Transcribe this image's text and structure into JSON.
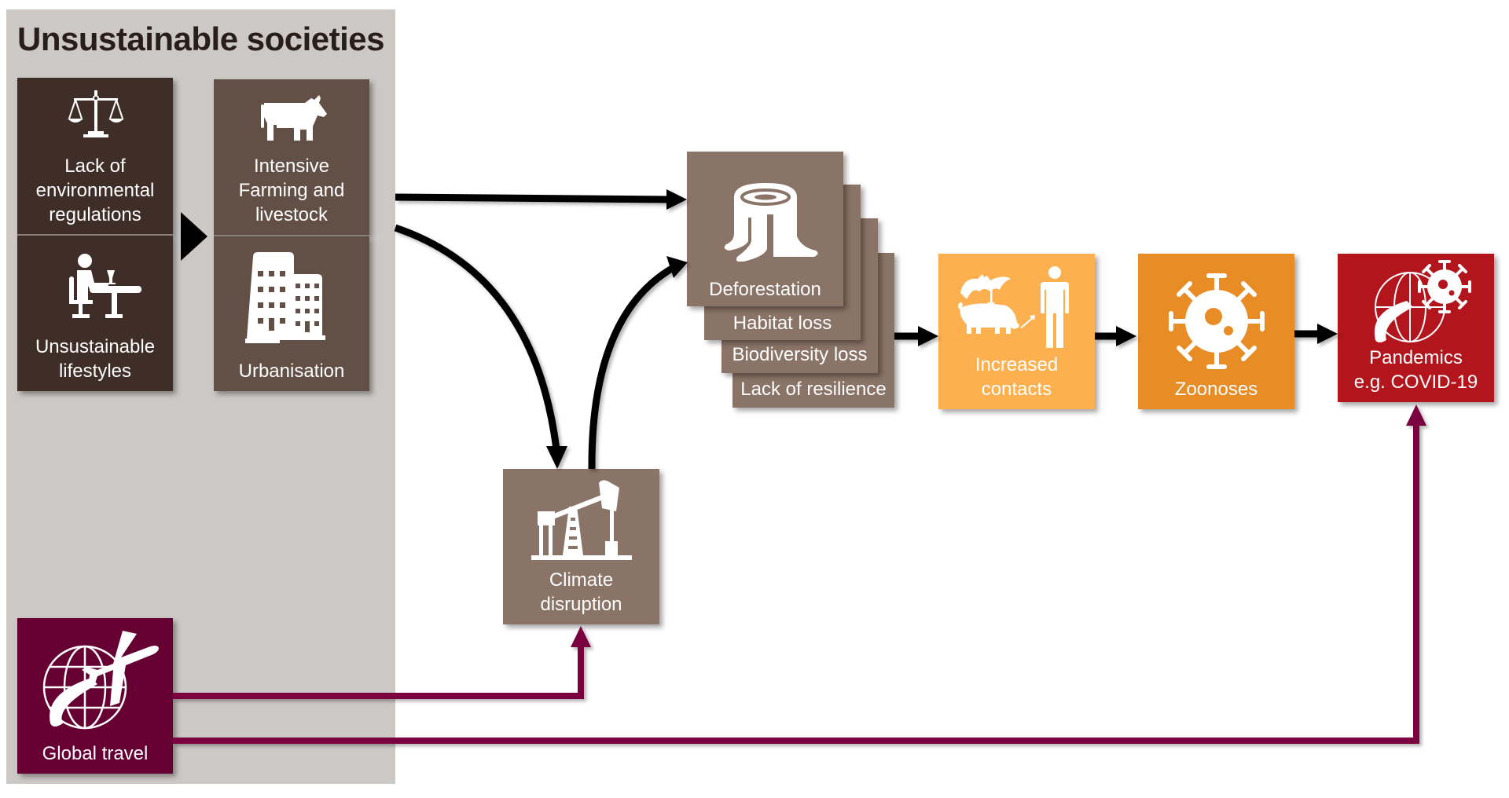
{
  "title": "Unsustainable societies",
  "drivers": {
    "lack_of_regulations": "Lack of\nenvironmental\nregulations",
    "unsustainable_lifestyles": "Unsustainable\nlifestyles",
    "intensive_farming": "Intensive\nFarming and\nlivestock",
    "urbanisation": "Urbanisation",
    "global_travel": "Global travel"
  },
  "impacts": {
    "deforestation": "Deforestation",
    "habitat_loss": "Habitat loss",
    "biodiversity_loss": "Biodiversity loss",
    "lack_of_resilience": "Lack of resilience",
    "climate_disruption": "Climate\ndisruption"
  },
  "outcomes": {
    "increased_contacts": "Increased\ncontacts",
    "zoonoses": "Zoonoses",
    "pandemics": "Pandemics\ne.g. COVID-19"
  },
  "icons": {
    "lack_of_regulations": "scales-icon",
    "unsustainable_lifestyles": "person-at-table-icon",
    "intensive_farming": "cow-icon",
    "urbanisation": "buildings-icon",
    "global_travel": "plane-globe-icon",
    "deforestation": "tree-stump-icon",
    "climate_disruption": "oil-pump-icon",
    "increased_contacts": "bat-pig-human-icon",
    "zoonoses": "virus-icon",
    "pandemics": "globe-virus-icon"
  },
  "colors": {
    "panel": "#ccc8c5",
    "dark_brown": "#3f2e27",
    "mid_brown": "#625047",
    "taupe": "#8a7367",
    "light_orange": "#fdb04f",
    "orange": "#e88c26",
    "red": "#b2151c",
    "maroon": "#660033",
    "arrow_black": "#000000",
    "arrow_maroon": "#7a0040"
  }
}
